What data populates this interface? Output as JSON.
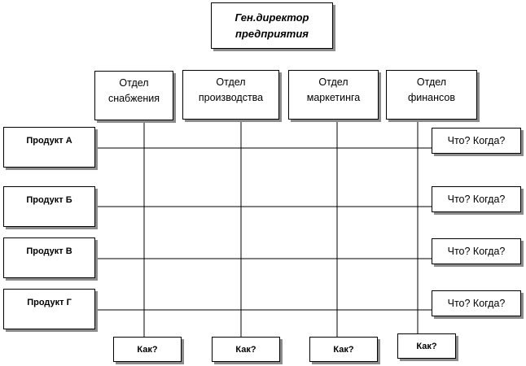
{
  "diagram": {
    "top": {
      "line1": "Ген.директор",
      "line2": "предприятия"
    },
    "departments": [
      {
        "line1": "Отдел",
        "line2": "снабжения"
      },
      {
        "line1": "Отдел",
        "line2": "производства"
      },
      {
        "line1": "Отдел",
        "line2": "маркетинга"
      },
      {
        "line1": "Отдел",
        "line2": "финансов"
      }
    ],
    "products": [
      "Продукт А",
      "Продукт Б",
      "Продукт В",
      "Продукт Г"
    ],
    "question": "Что? Когда?",
    "how": "Как?"
  }
}
